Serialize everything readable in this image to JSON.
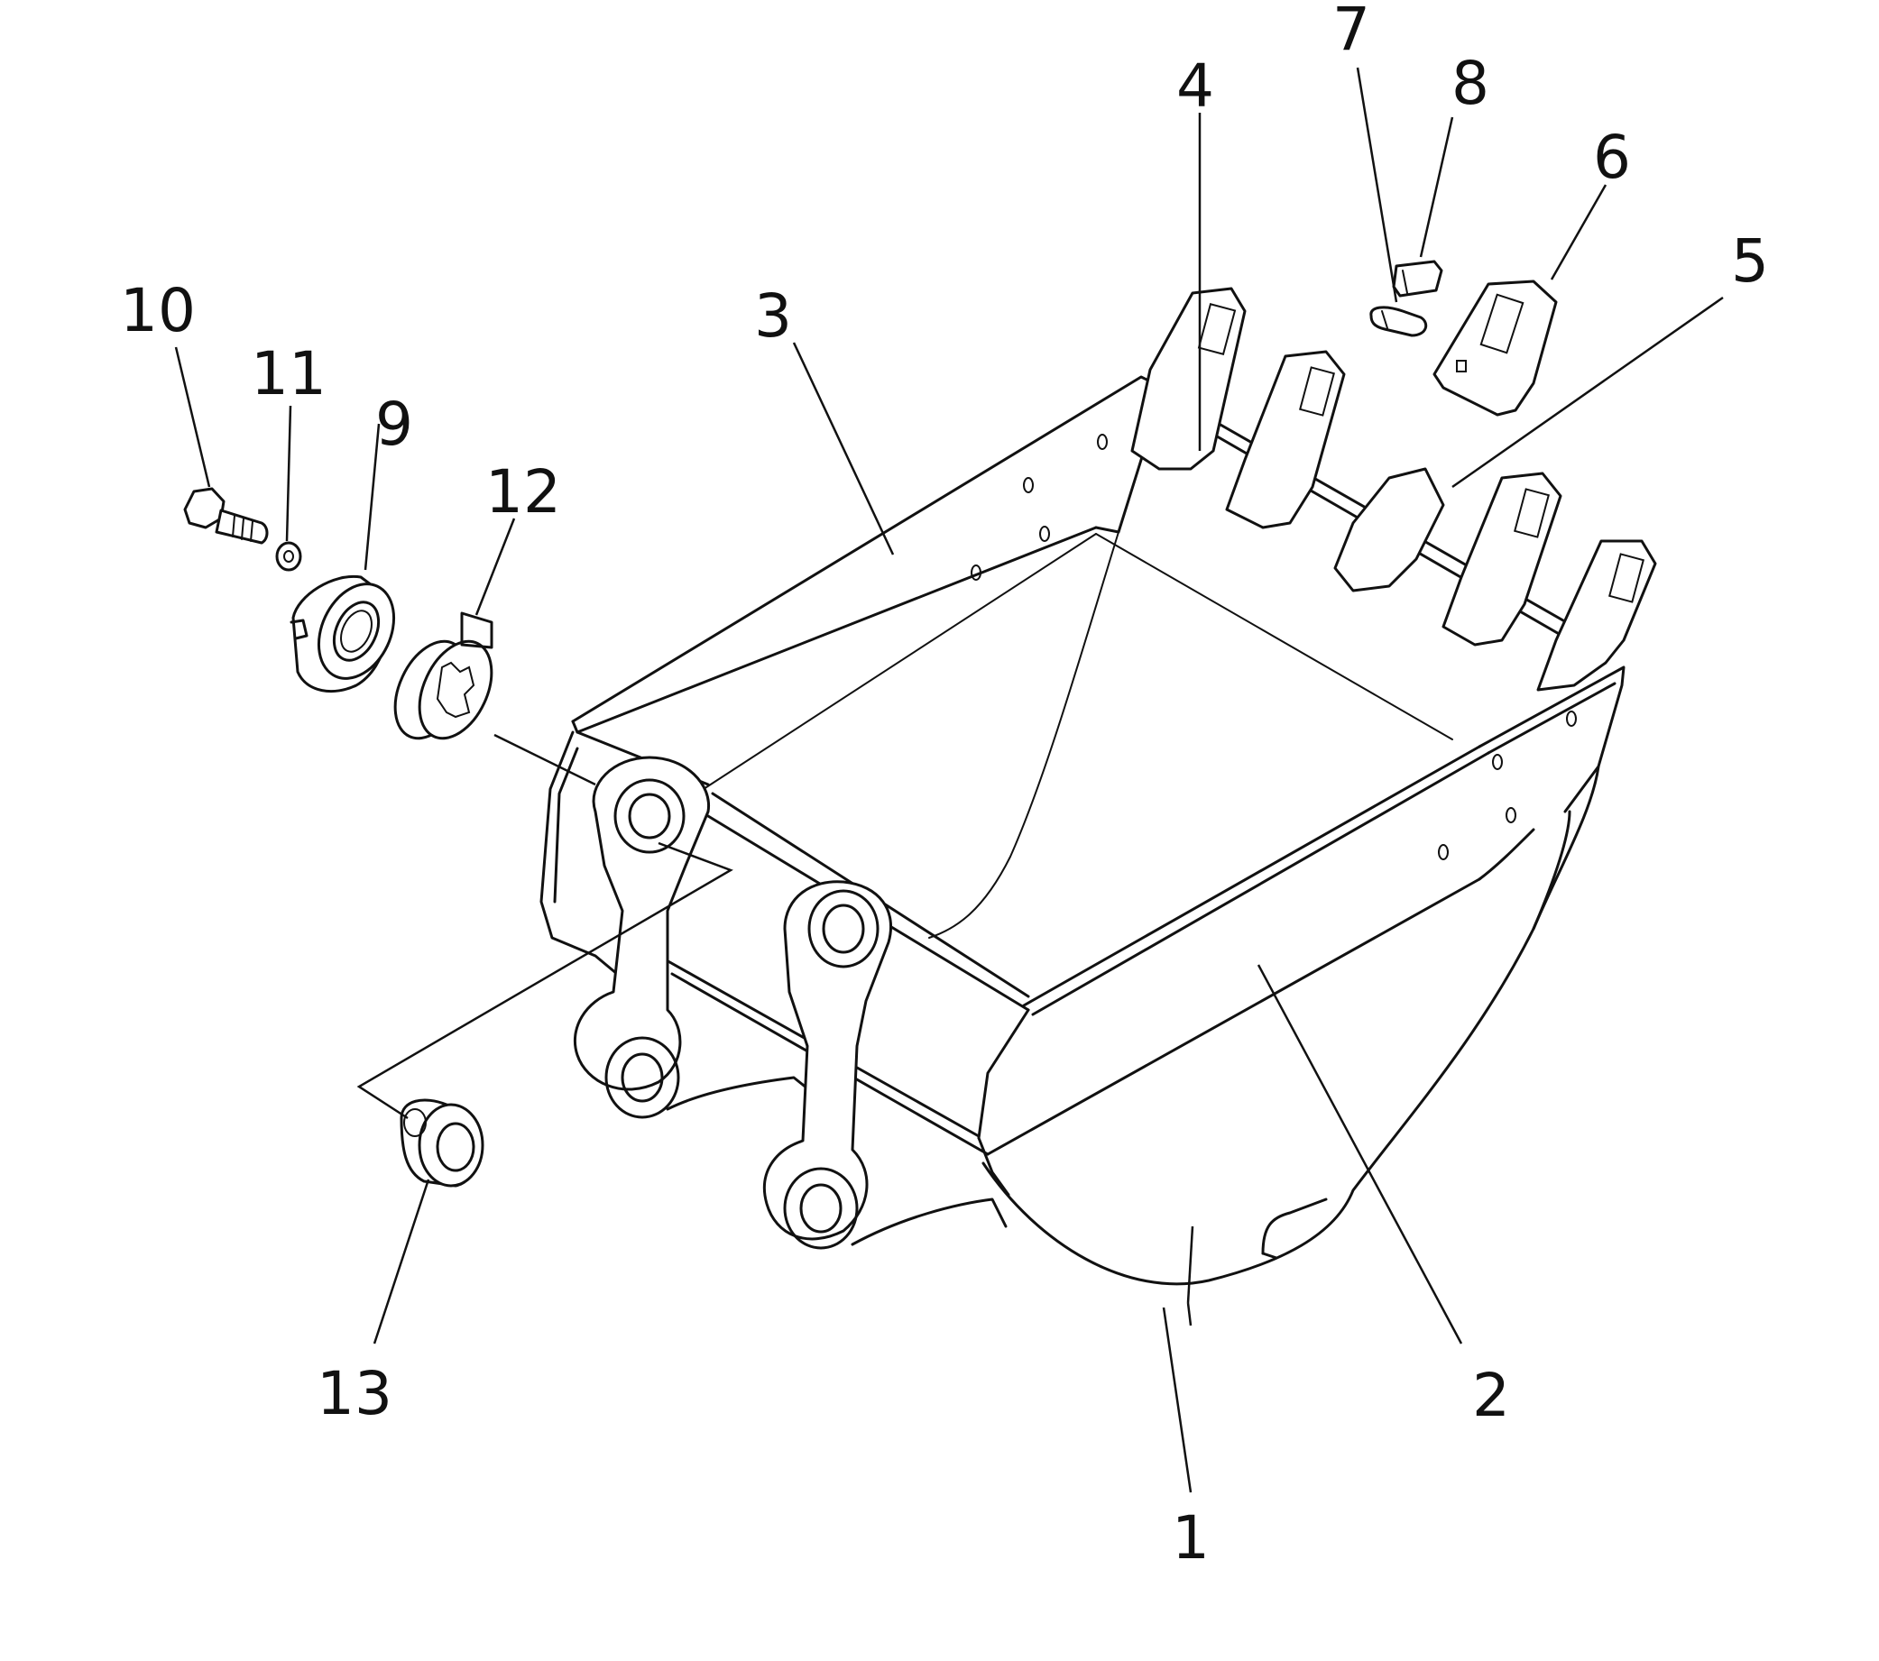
{
  "diagram": {
    "type": "exploded-parts-drawing",
    "callouts": [
      {
        "id": "c1",
        "label": "1"
      },
      {
        "id": "c2",
        "label": "2"
      },
      {
        "id": "c3",
        "label": "3"
      },
      {
        "id": "c4",
        "label": "4"
      },
      {
        "id": "c5",
        "label": "5"
      },
      {
        "id": "c6",
        "label": "6"
      },
      {
        "id": "c7",
        "label": "7"
      },
      {
        "id": "c8",
        "label": "8"
      },
      {
        "id": "c9",
        "label": "9"
      },
      {
        "id": "c10",
        "label": "10"
      },
      {
        "id": "c11",
        "label": "11"
      },
      {
        "id": "c12",
        "label": "12"
      },
      {
        "id": "c13",
        "label": "13"
      }
    ]
  }
}
